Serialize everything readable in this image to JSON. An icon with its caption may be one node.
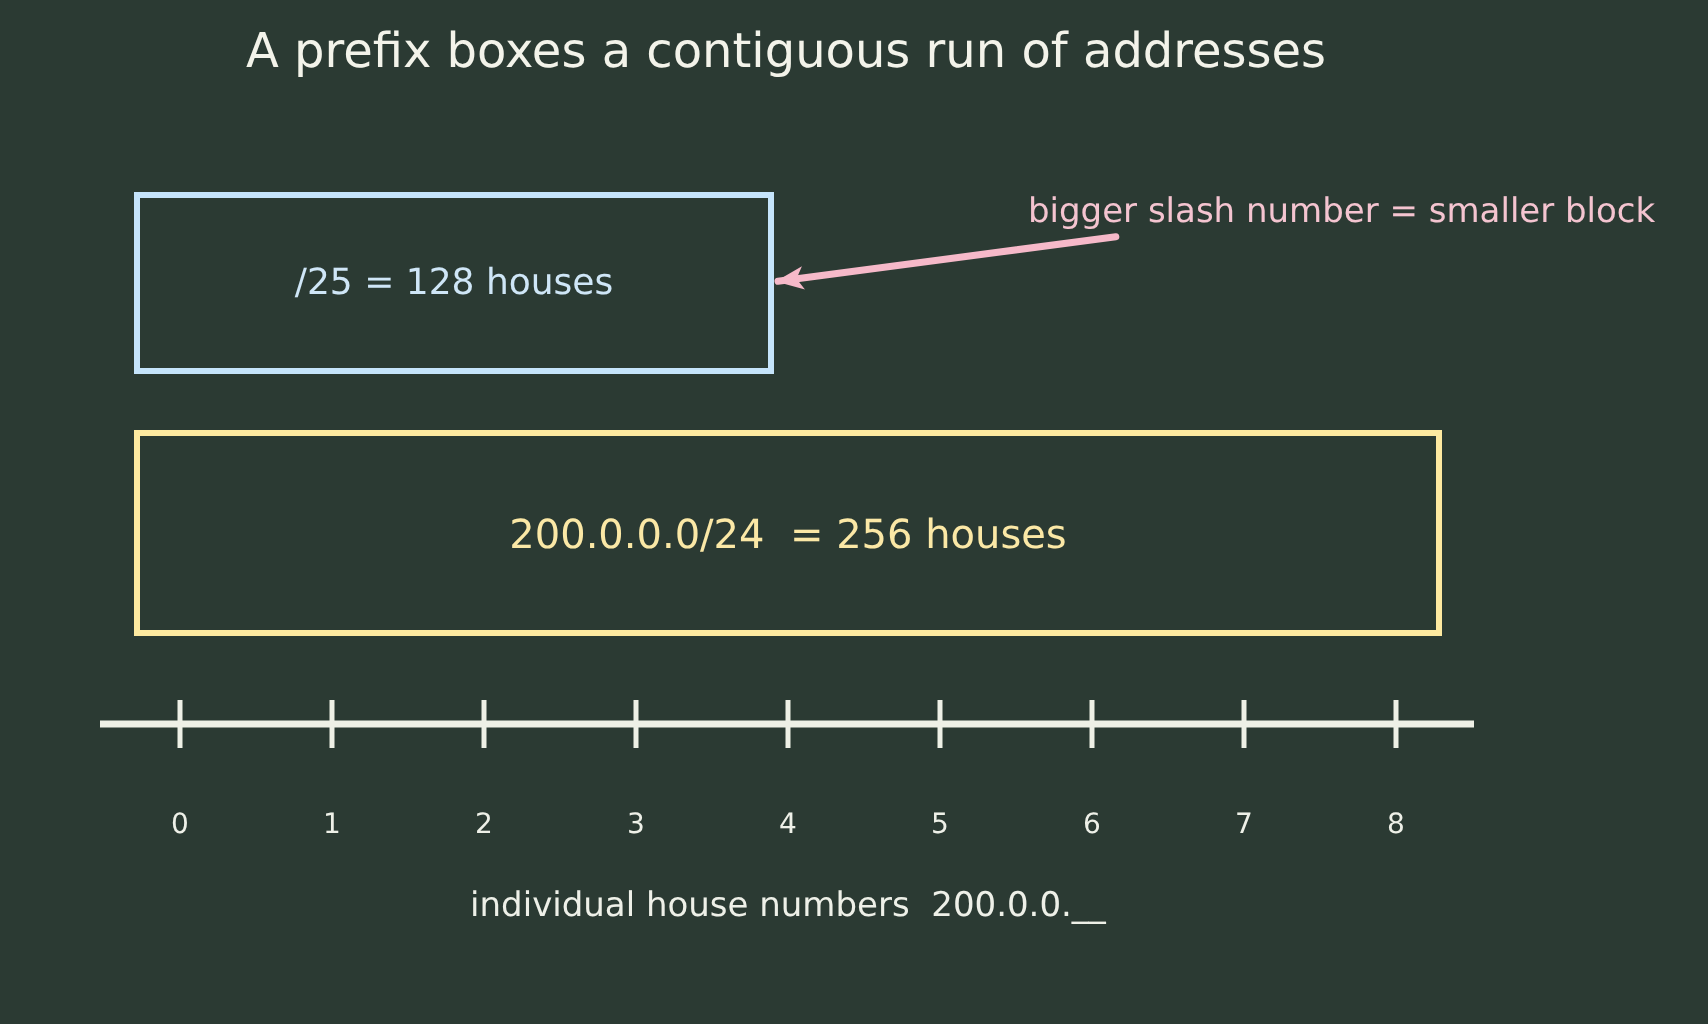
{
  "diagram": {
    "title": "A prefix boxes a contiguous run of addresses",
    "nodes": [
      {
        "text": [
          "/25 = 128 houses"
        ]
      },
      {
        "text": [
          "200.0.0.0/24  = 256 houses"
        ]
      },
      {
        "text": [
          "bigger slash number = smaller block"
        ]
      }
    ],
    "edges": [
      {
        "from": 2,
        "to": 0,
        "arrow": "to"
      }
    ],
    "labels": [
      "0",
      "1",
      "2",
      "3",
      "4",
      "5",
      "6",
      "7",
      "8",
      "individual house numbers  200.0.0.__"
    ]
  }
}
